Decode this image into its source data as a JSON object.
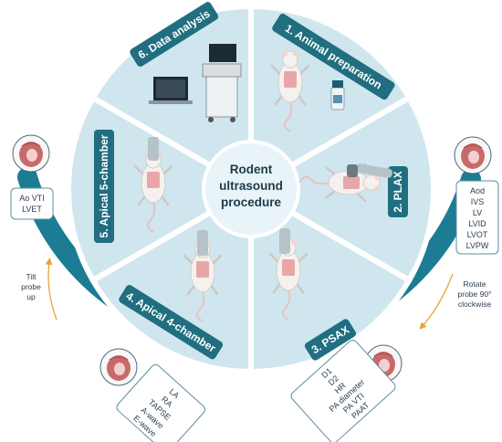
{
  "center": {
    "lines": [
      "Rodent",
      "ultrasound",
      "procedure"
    ]
  },
  "steps": [
    {
      "label": "1. Animal preparation"
    },
    {
      "label": "2. PLAX"
    },
    {
      "label": "3. PSAX"
    },
    {
      "label": "4. Apical 4-chamber"
    },
    {
      "label": "5. Apical 5-chamber"
    },
    {
      "label": "6. Data analysis"
    }
  ],
  "measurements": {
    "plax": [
      "Aod",
      "IVS",
      "LV",
      "LVID",
      "LVOT",
      "LVPW"
    ],
    "psax": [
      "D1",
      "D2",
      "HR",
      "PA diameter",
      "PA VTI",
      "PAAT"
    ],
    "apical4": [
      "LA",
      "RA",
      "TAPSE",
      "A-wave",
      "E-wave"
    ],
    "apical5": [
      "Ao VTI",
      "LVET"
    ]
  },
  "arrows": {
    "rotate": [
      "Rotate",
      "probe 90°",
      "clockwise"
    ],
    "tilt": [
      "Tilt",
      "probe",
      "up"
    ]
  },
  "colors": {
    "sector": "#cfe6ef",
    "ring": "#1c7c94",
    "label_bg": "#206e80",
    "arrow": "#e8a23a",
    "heart": "#c96a6a"
  }
}
